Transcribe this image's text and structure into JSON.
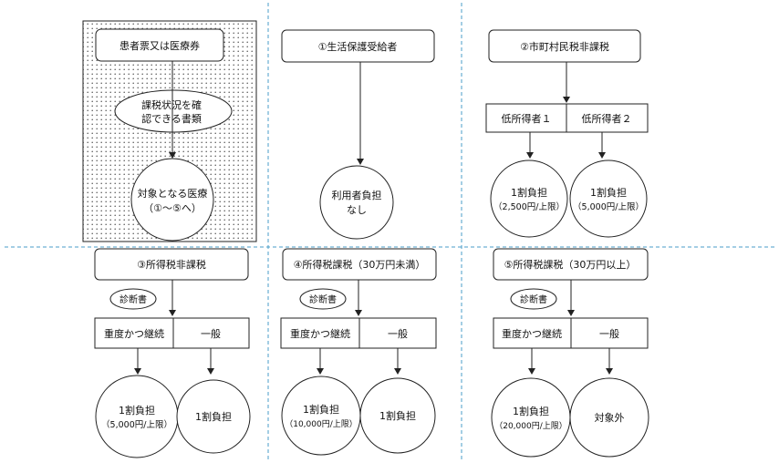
{
  "legend": {
    "top": "患者票又は医療券",
    "middle_line1": "課税状況を確",
    "middle_line2": "認できる書類",
    "bottom_line1": "対象となる医療",
    "bottom_line2": "（①～⑤へ）"
  },
  "panel1": {
    "title": "①生活保護受給者",
    "result_line1": "利用者負担",
    "result_line2": "なし"
  },
  "panel2": {
    "title": "②市町村民税非課税",
    "sub_left": "低所得者１",
    "sub_right": "低所得者２",
    "left_line1": "1割負担",
    "left_line2": "（2,500円/上限）",
    "right_line1": "1割負担",
    "right_line2": "（5,000円/上限）"
  },
  "panel3": {
    "title": "③所得税非課税",
    "doc": "診断書",
    "sub_left": "重度かつ継続",
    "sub_right": "一般",
    "left_line1": "1割負担",
    "left_line2": "（5,000円/上限）",
    "right_line1": "1割負担"
  },
  "panel4": {
    "title": "④所得税課税（30万円未満）",
    "doc": "診断書",
    "sub_left": "重度かつ継続",
    "sub_right": "一般",
    "left_line1": "1割負担",
    "left_line2": "（10,000円/上限）",
    "right_line1": "1割負担"
  },
  "panel5": {
    "title": "⑤所得税課税（30万円以上）",
    "doc": "診断書",
    "sub_left": "重度かつ継続",
    "sub_right": "一般",
    "left_line1": "1割負担",
    "left_line2": "（20,000円/上限）",
    "right_line1": "対象外"
  },
  "colors": {
    "divider": "#4a9ec9",
    "stroke": "#222222",
    "dots": "#555555"
  }
}
